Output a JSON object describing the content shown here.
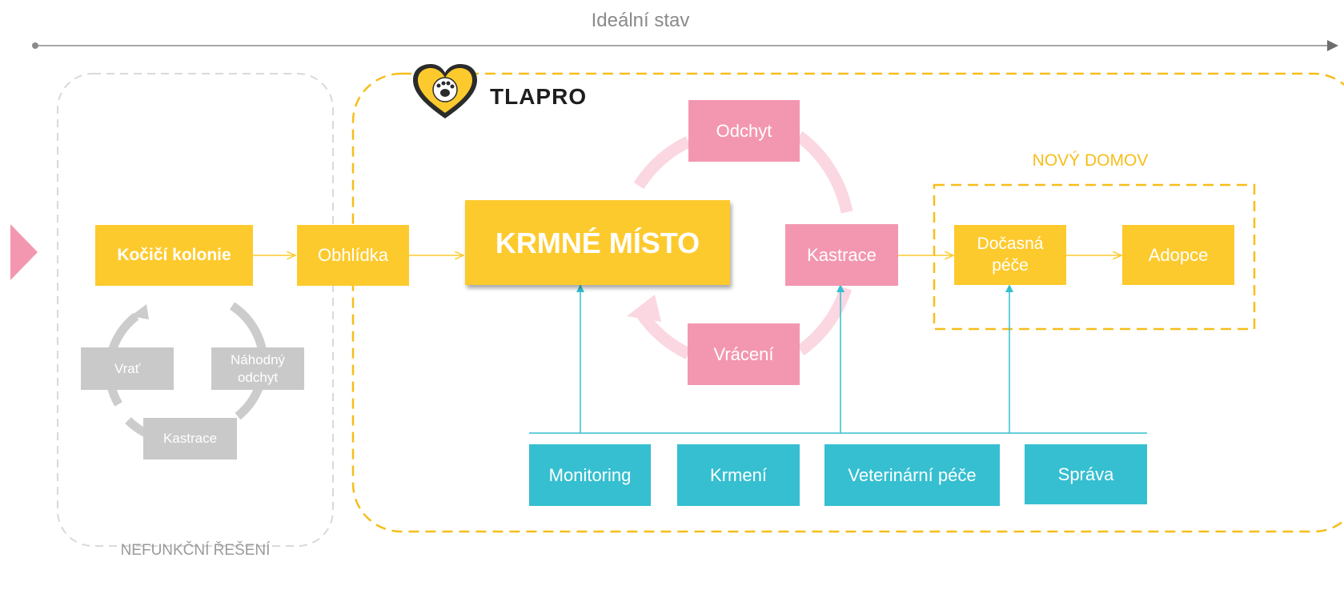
{
  "header": {
    "title": "Ideální stav"
  },
  "brand": {
    "name": "TLAPRO"
  },
  "left_panel": {
    "label": "NEFUNKČNÍ ŘEŠENÍ",
    "colony": "Kočičí kolonie",
    "cycle": {
      "return": "Vrať",
      "random_catch": "Náhodný odchyt",
      "castration": "Kastrace"
    }
  },
  "flow": {
    "inspection": "Obhlídka",
    "feeding_place": "KRMNÉ MÍSTO",
    "catching": "Odchyt",
    "castration": "Kastrace",
    "returning": "Vrácení"
  },
  "new_home": {
    "label": "NOVÝ DOMOV",
    "temporary_care": "Dočasná péče",
    "adoption": "Adopce"
  },
  "services": [
    "Monitoring",
    "Krmení",
    "Veterinární péče",
    "Správa"
  ],
  "colors": {
    "yellow": "#fdca2e",
    "pink": "#f397b0",
    "grey": "#c9c9c9",
    "teal": "#35bfd0"
  }
}
